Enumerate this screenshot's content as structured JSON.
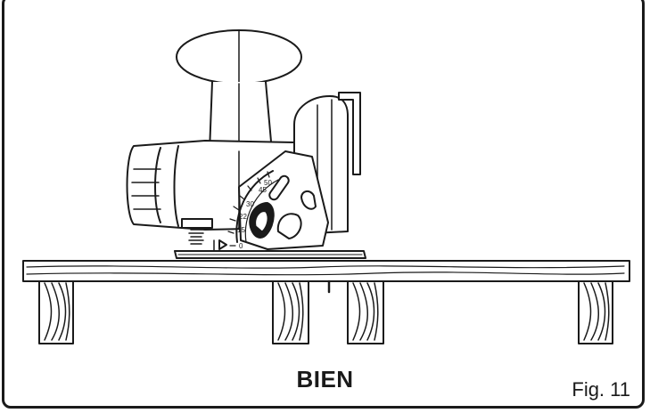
{
  "caption": "BIEN",
  "figure_label": "Fig. 11",
  "bevel_scale": {
    "labels": [
      "0",
      "15",
      "22",
      "30",
      "45",
      "50"
    ]
  },
  "colors": {
    "line": "#1a1a1a",
    "background": "#ffffff"
  },
  "icons": [
    "circular-saw-icon",
    "wood-board-icon",
    "support-block-icon"
  ]
}
